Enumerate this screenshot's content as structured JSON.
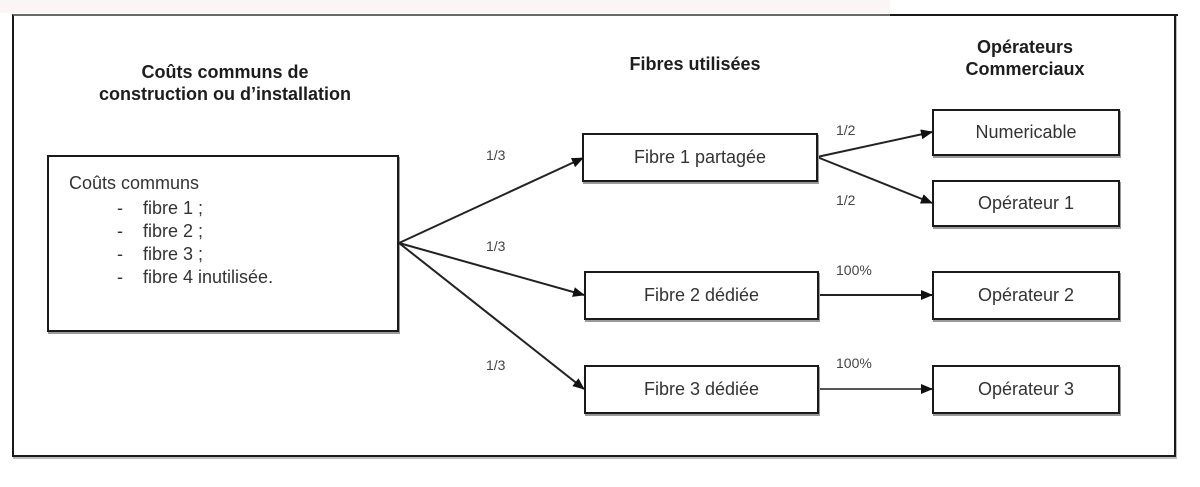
{
  "headings": {
    "common_costs": [
      "Coûts communs de",
      "construction ou d’installation"
    ],
    "fibres_used": "Fibres utilisées",
    "operators": [
      "Opérateurs",
      "Commerciaux"
    ]
  },
  "source_box": {
    "title": "Coûts communs",
    "items": [
      {
        "bullet": "-",
        "text": "fibre 1 ;"
      },
      {
        "bullet": "-",
        "text": "fibre 2 ;"
      },
      {
        "bullet": "-",
        "text": "fibre 3 ;"
      },
      {
        "bullet": "-",
        "text": "fibre 4 inutilisée."
      }
    ]
  },
  "fibres": [
    {
      "label": "Fibre 1 partagée",
      "share_from_common": "1/3"
    },
    {
      "label": "Fibre 2 dédiée",
      "share_from_common": "1/3"
    },
    {
      "label": "Fibre 3 dédiée",
      "share_from_common": "1/3"
    }
  ],
  "operators": [
    {
      "label": "Numericable",
      "share": "1/2",
      "from_fibre": 0
    },
    {
      "label": "Opérateur 1",
      "share": "1/2",
      "from_fibre": 0
    },
    {
      "label": "Opérateur 2",
      "share": "100%",
      "from_fibre": 1
    },
    {
      "label": "Opérateur 3",
      "share": "100%",
      "from_fibre": 2
    }
  ]
}
